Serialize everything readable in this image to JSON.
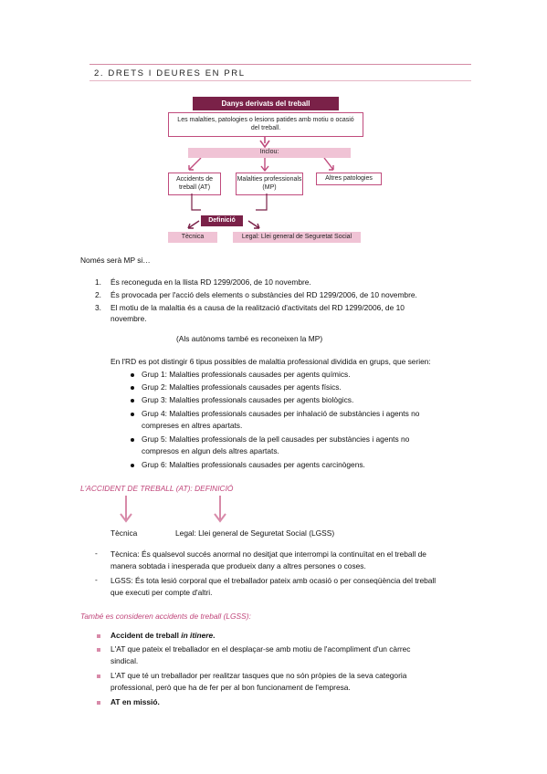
{
  "heading": "2.   DRETS I DEURES EN PRL",
  "diagram": {
    "title": "Danys derivats del treball",
    "definition_box": "Les malalties, patologies o lesions patides amb motiu o ocasió del treball.",
    "inclou": "Inclou:",
    "at": "Accidents de treball (AT)",
    "mp": "Malalties professionals (MP)",
    "altres": "Altres patologies",
    "definicio": "Definició",
    "tecnica": "Tècnica",
    "legal": "Legal: Llei general de Seguretat Social"
  },
  "mp_intro": "Només serà MP si…",
  "mp_conditions": [
    {
      "n": "1.",
      "text": "És reconeguda en la llista RD 1299/2006, de 10 novembre."
    },
    {
      "n": "2.",
      "text": "És provocada per l'acció dels elements o substàncies del RD 1299/2006, de 10 novembre."
    },
    {
      "n": "3.",
      "text": "El motiu de la malaltia és a causa de la realització d'activitats del RD 1299/2006, de 10",
      "cont": "novembre."
    }
  ],
  "autonoms": "(Als autònoms també es reconeixen la MP)",
  "groups_intro": "En l'RD es pot distingir 6 tipus possibles de malaltia professional dividida en grups, que serien:",
  "groups": [
    {
      "line1": "Grup 1: Malalties professionals causades per agents químics."
    },
    {
      "line1": "Grup 2: Malalties professionals causades per agents físics."
    },
    {
      "line1": "Grup 3: Malalties professionals causades per agents biològics."
    },
    {
      "line1": "Grup 4: Malalties professionals causades per inhalació de substàncies i agents no",
      "line2": "compreses en altres apartats."
    },
    {
      "line1": "Grup 5: Malalties professionals de la pell causades per substàncies i agents no",
      "line2": "compresos en algun dels altres apartats."
    },
    {
      "line1": "Grup 6: Malalties professionals causades per agents carcinògens."
    }
  ],
  "at_heading": "L'ACCIDENT DE TREBALL (AT): DEFINICIÓ",
  "at_tecnica": "Tècnica",
  "at_legal": "Legal: Llei general de Seguretat Social (LGSS)",
  "at_defs": [
    {
      "line1": "Tècnica: És qualsevol succés anormal no desitjat que interrompi la continuïtat en el treball de",
      "line2": "manera sobtada i inesperada que produeix dany a altres persones o coses."
    },
    {
      "line1": "LGSS: És tota lesió corporal que el treballador pateix amb ocasió o per conseqüència del treball",
      "line2": "que executi per compte d'altri."
    }
  ],
  "also_heading": "També es consideren accidents de treball (LGSS):",
  "also_items": [
    {
      "line1a": "Accident de treball ",
      "line1b": "in itinere",
      "line1c": "."
    },
    {
      "line1": "L'AT que pateix el treballador en el desplaçar-se amb motiu de l'acompliment d'un càrrec",
      "line2": "sindical."
    },
    {
      "line1": "L'AT que té un treballador per realitzar tasques que no són pròpies de la seva categoria",
      "line2": "professional, però que ha de fer per al bon funcionament de l'empresa."
    },
    {
      "line1": "AT en missió."
    }
  ]
}
